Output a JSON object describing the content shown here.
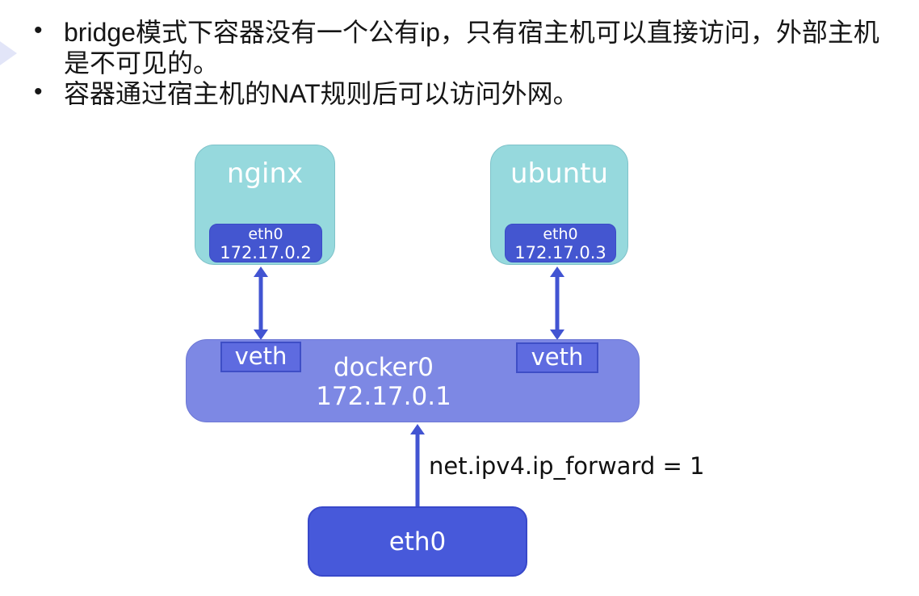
{
  "notes": {
    "bullets": [
      "bridge模式下容器没有一个公有ip，只有宿主机可以直接访问，外部主机\n是不可见的。",
      "容器通过宿主机的NAT规则后可以访问外网。"
    ]
  },
  "diagram": {
    "containers": [
      {
        "name": "nginx",
        "interface": {
          "name": "eth0",
          "ip": "172.17.0.2"
        }
      },
      {
        "name": "ubuntu",
        "interface": {
          "name": "eth0",
          "ip": "172.17.0.3"
        }
      }
    ],
    "bridge": {
      "name": "docker0",
      "ip": "172.17.0.1",
      "veth_left": "veth",
      "veth_right": "veth"
    },
    "host_interface": {
      "name": "eth0"
    },
    "annotation": "net.ipv4.ip_forward = 1",
    "colors": {
      "container_fill": "#96d9dd",
      "container_border": "#7ec2c9",
      "interface_fill": "#4456d0",
      "interface_border": "#3a4bc6",
      "bridge_fill": "#7d88e4",
      "bridge_border": "#6d78d4",
      "veth_fill": "#5e6be0",
      "veth_border": "#3e4ec6",
      "host_interface_fill": "#4759da",
      "host_interface_border": "#3848ca",
      "arrow": "#4254d2",
      "label_text": "#ffffff",
      "body_text": "#161616",
      "background": "#ffffff"
    }
  }
}
